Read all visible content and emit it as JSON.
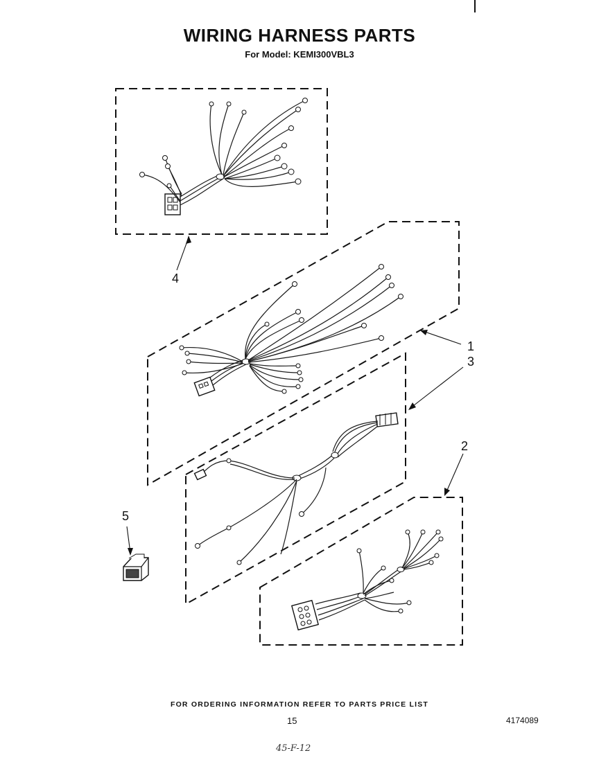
{
  "header": {
    "title": "WIRING HARNESS PARTS",
    "subtitle": "For Model: KEMI300VBL3"
  },
  "callouts": {
    "c1": "1",
    "c2": "2",
    "c3": "3",
    "c4": "4",
    "c5": "5"
  },
  "footer": {
    "note": "FOR ORDERING INFORMATION REFER TO PARTS PRICE LIST",
    "page": "15",
    "doc_number": "4174089",
    "handwritten": "45-F-12"
  }
}
